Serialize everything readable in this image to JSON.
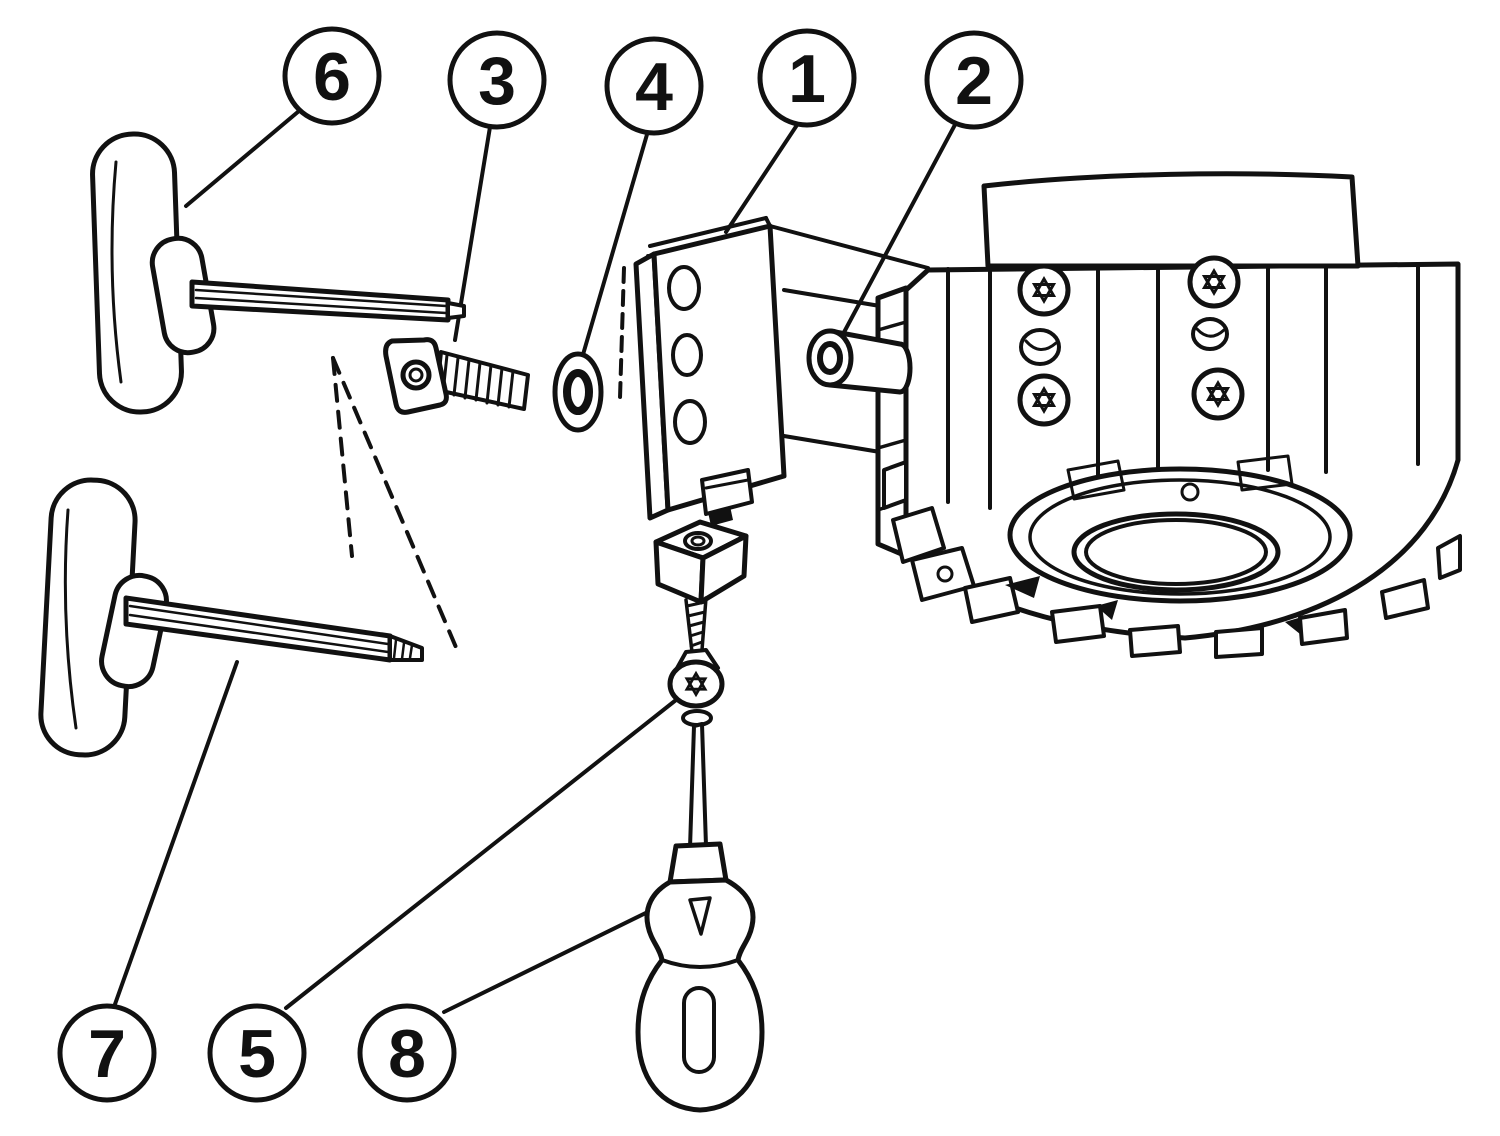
{
  "figure": {
    "type": "exploded-assembly-diagram",
    "callouts": {
      "c1": "1",
      "c2": "2",
      "c3": "3",
      "c4": "4",
      "c5": "5",
      "c6": "6",
      "c7": "7",
      "c8": "8"
    },
    "colors": {
      "line": "#111111",
      "background": "#ffffff"
    }
  }
}
